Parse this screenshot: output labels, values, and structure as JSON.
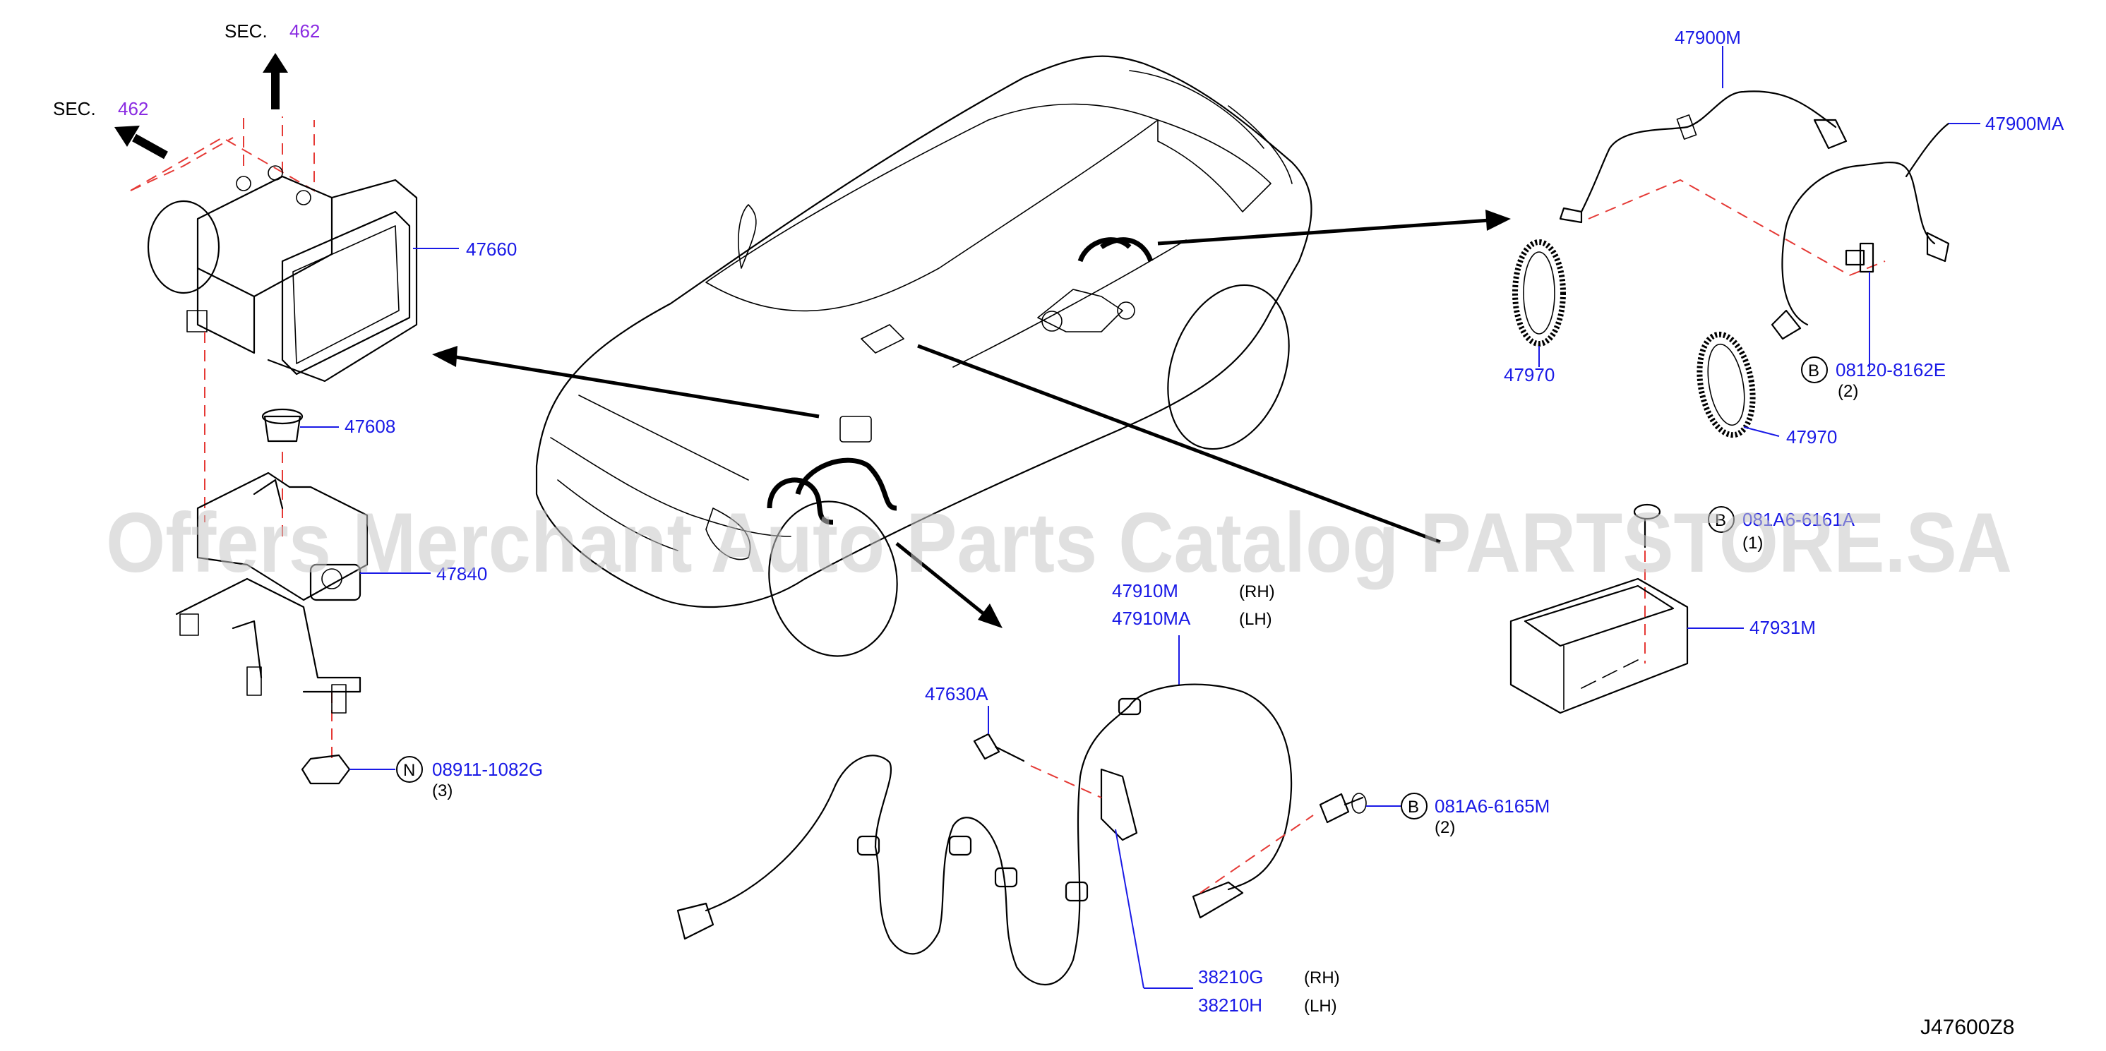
{
  "diagram_id": "J47600Z8",
  "watermark": "Offers Merchant Auto Parts Catalog PARTSTORE.SA",
  "sections": [
    {
      "prefix": "SEC.",
      "number": "462"
    },
    {
      "prefix": "SEC.",
      "number": "462"
    }
  ],
  "parts": {
    "p47660": "47660",
    "p47608": "47608",
    "p47840": "47840",
    "p08911": "08911-1082G",
    "p08911_qty": "(3)",
    "p08911_sym": "N",
    "p47900M": "47900M",
    "p47900MA": "47900MA",
    "p47970a": "47970",
    "p47970b": "47970",
    "p08120": "08120-8162E",
    "p08120_qty": "(2)",
    "p08120_sym": "B",
    "p081A6_top": "081A6-6161A",
    "p081A6_top_qty": "(1)",
    "p081A6_top_sym": "B",
    "p47931M": "47931M",
    "p47910M": "47910M",
    "p47910M_side": "(RH)",
    "p47910MA": "47910MA",
    "p47910MA_side": "(LH)",
    "p47630A": "47630A",
    "p081A6": "081A6-6165M",
    "p081A6_qty": "(2)",
    "p081A6_sym": "B",
    "p38210G": "38210G",
    "p38210G_side": "(RH)",
    "p38210H": "38210H",
    "p38210H_side": "(LH)"
  },
  "colors": {
    "part_number": "#1a1ae6",
    "section_number": "#8a2be2",
    "dashed_leader": "#e53935",
    "line_art": "#000000"
  }
}
